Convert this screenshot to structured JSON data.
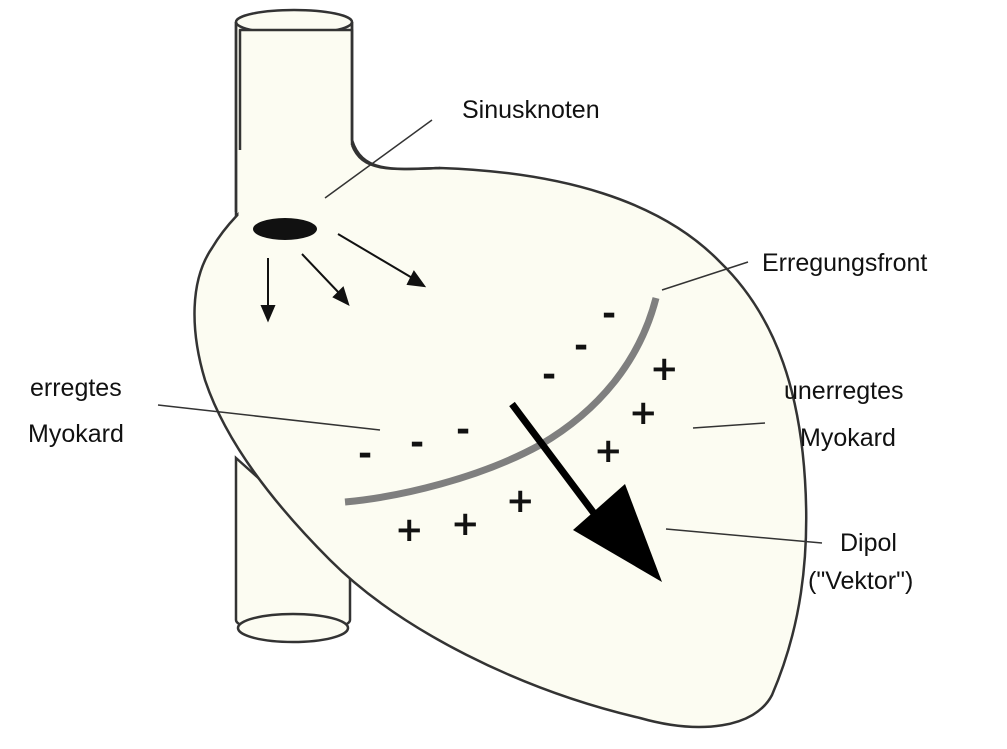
{
  "labels": {
    "sinusknoten": "Sinusknoten",
    "erregungsfront": "Erregungsfront",
    "erregtes_line1": "erregtes",
    "erregtes_line2": "Myokard",
    "unerregtes_line1": "unerregtes",
    "unerregtes_line2": "Myokard",
    "dipol_line1": "Dipol",
    "dipol_line2": "(\"Vektor\")"
  },
  "charges": {
    "negative": "-",
    "positive": "+"
  },
  "colors": {
    "heart_fill": "#fcfcf2",
    "outline": "#333333",
    "front": "#7f7f7f",
    "arrow": "#000000"
  }
}
